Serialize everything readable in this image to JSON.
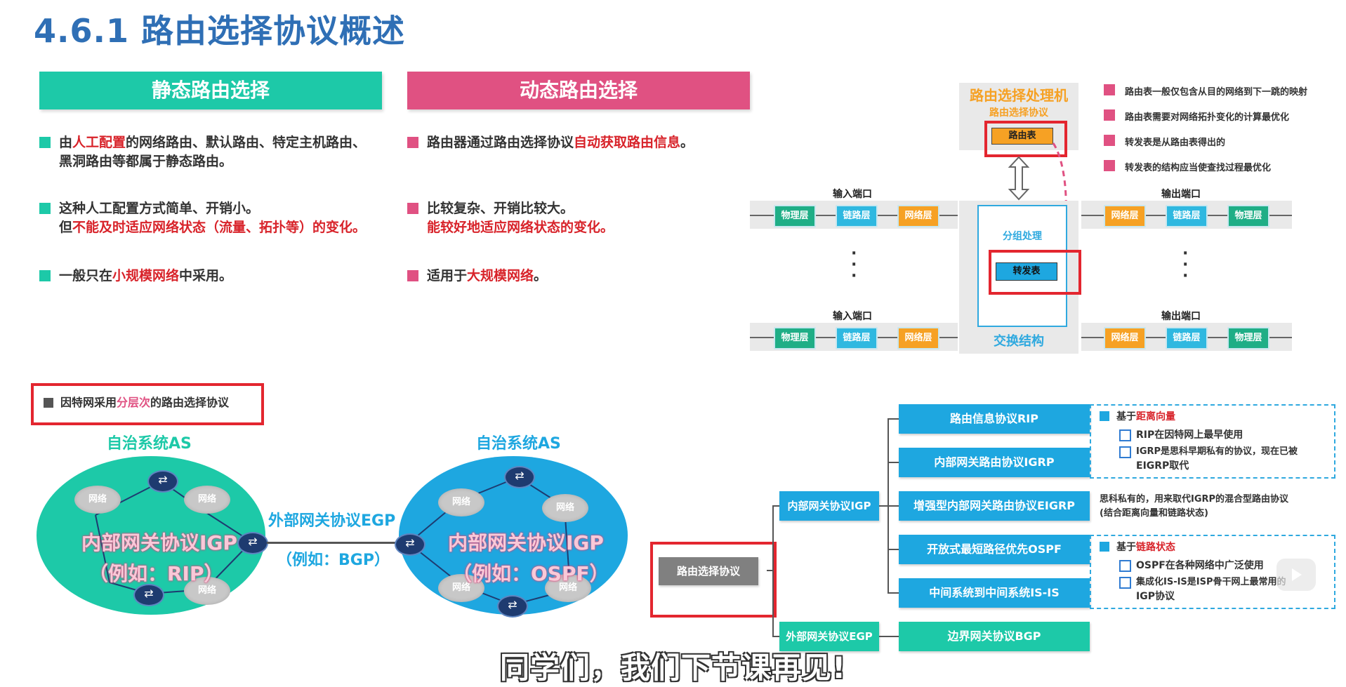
{
  "title": "4.6.1 路由选择协议概述",
  "static": {
    "header": "静态路由选择",
    "items": [
      {
        "pre": "由",
        "red": "人工配置",
        "post": "的网络路由、默认路由、特定主机路由、",
        "line2": "黑洞路由等都属于静态路由。"
      },
      {
        "pre": "这种人工配置方式简单、开销小。",
        "red": "",
        "post": "",
        "line2_pre": "但",
        "line2_red": "不能及时适应网络状态（流量、拓扑等）的变化。"
      },
      {
        "pre": "一般只在",
        "red": "小规模网络",
        "post": "中采用。"
      }
    ]
  },
  "dynamic": {
    "header": "动态路由选择",
    "items": [
      {
        "pre": "路由器通过路由选择协议",
        "red": "自动获取路由信息",
        "post": "。"
      },
      {
        "pre": "比较复杂、开销比较大。",
        "line2_red": "能较好地适应网络状态的变化。"
      },
      {
        "pre": "适用于",
        "red": "大规模网络",
        "post": "。"
      }
    ]
  },
  "router_diagram": {
    "processor_title": "路由选择处理机",
    "protocol_label": "路由选择协议",
    "routing_table": "路由表",
    "packet_processing": "分组处理",
    "forwarding_table": "转发表",
    "switch_fabric": "交换结构",
    "input_port": "输入端口",
    "output_port": "输出端口",
    "layers": {
      "physical": "物理层",
      "link": "链路层",
      "network": "网络层"
    },
    "legend": [
      "路由表一般仅包含从目的网络到下一跳的映射",
      "路由表需要对网络拓扑变化的计算最优化",
      "转发表是从路由表得出的",
      "转发表的结构应当使查找过程最优化"
    ]
  },
  "hierarchy_note": {
    "pre": "因特网采用",
    "red": "分层次",
    "post": "的路由选择协议"
  },
  "as_diagram": {
    "as_label": "自治系统AS",
    "network_label": "网络",
    "igp_label": "内部网关协议IGP",
    "left_example": "（例如：RIP）",
    "right_example": "（例如：OSPF）",
    "egp_label": "外部网关协议EGP",
    "egp_example": "（例如：BGP）"
  },
  "tree": {
    "root": "路由选择协议",
    "igp": "内部网关协议IGP",
    "egp": "外部网关协议EGP",
    "leaves": [
      "路由信息协议RIP",
      "内部网关路由协议IGRP",
      "增强型内部网关路由协议EIGRP",
      "开放式最短路径优先OSPF",
      "中间系统到中间系统IS-IS"
    ],
    "bgp": "边界网关协议BGP",
    "dv_box": {
      "pre": "基于",
      "red": "距离向量",
      "notes": [
        "RIP在因特网上最早使用",
        "IGRP是思科早期私有的协议，现在已被",
        "EIGRP取代"
      ]
    },
    "eigrp_note": [
      "思科私有的，用来取代IGRP的混合型路由协议",
      "(结合距离向量和链路状态)"
    ],
    "ls_box": {
      "pre": "基于",
      "red": "链路状态",
      "notes": [
        "OSPF在各种网络中广泛使用",
        "集成化IS-IS是ISP骨干网上最常用的",
        "IGP协议"
      ]
    }
  },
  "caption": "同学们，我们下节课再见!"
}
